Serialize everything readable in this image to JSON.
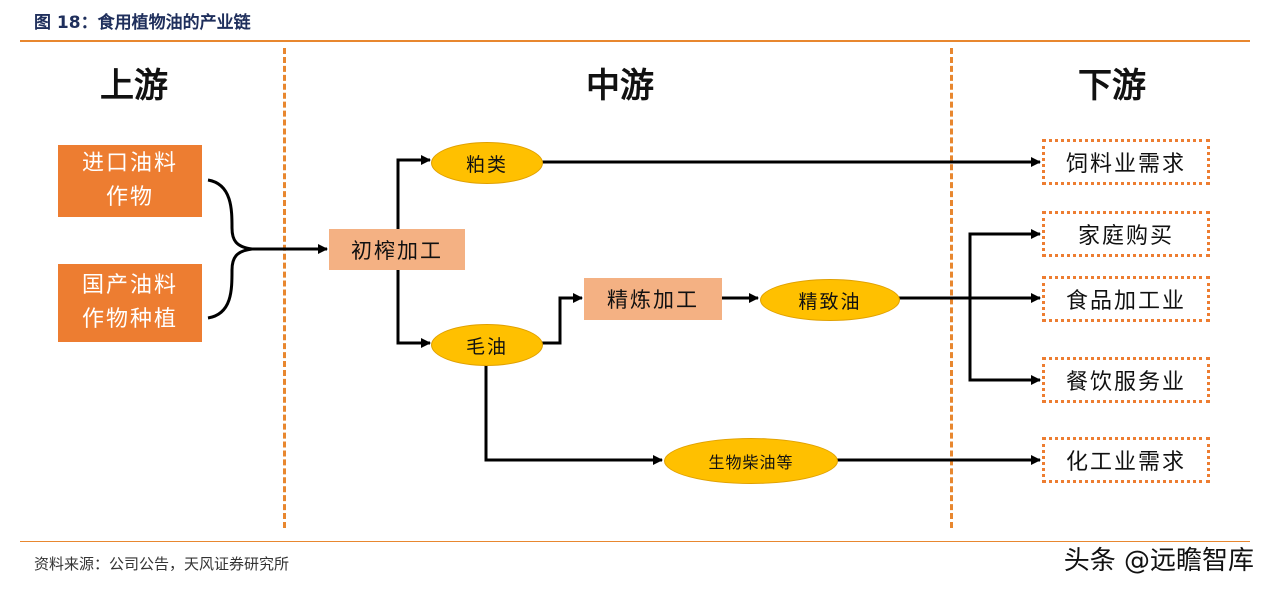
{
  "figure": {
    "title": "图 18：食用植物油的产业链",
    "source": "资料来源：公司公告，天风证券研究所",
    "watermark": "头条 @远瞻智库"
  },
  "stages": {
    "upstream": "上游",
    "midstream": "中游",
    "downstream": "下游"
  },
  "upstream_nodes": {
    "imported_line1": "进口油料",
    "imported_line2": "作物",
    "domestic_line1": "国产油料",
    "domestic_line2": "作物种植"
  },
  "midstream_nodes": {
    "initial_pressing": "初榨加工",
    "meal": "粕类",
    "crude_oil": "毛油",
    "refining": "精炼加工",
    "refined_oil": "精致油",
    "biodiesel": "生物柴油等"
  },
  "downstream_nodes": {
    "feed_demand": "饲料业需求",
    "household": "家庭购买",
    "food_processing": "食品加工业",
    "catering": "餐饮服务业",
    "chemical_demand": "化工业需求"
  },
  "colors": {
    "accent_orange": "#ed7d31",
    "light_orange": "#f4b183",
    "gold": "#ffc000",
    "title_navy": "#1f2f5c"
  }
}
